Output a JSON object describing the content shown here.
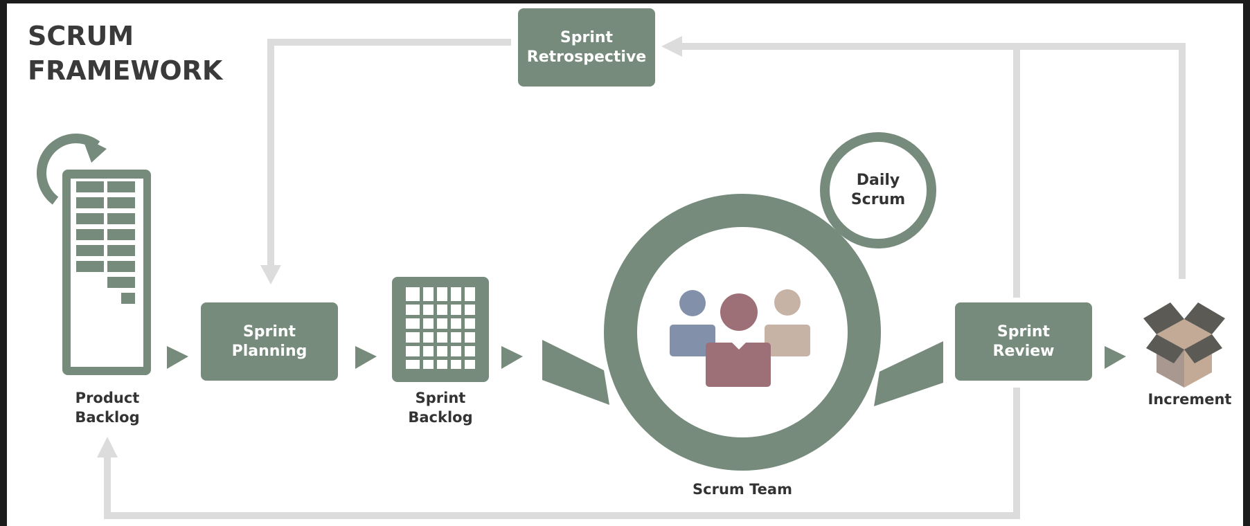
{
  "title": "SCRUM\nFRAMEWORK",
  "title_lines": [
    "SCRUM",
    "FRAMEWORK"
  ],
  "nodes": {
    "sprint_retrospective": {
      "line1": "Sprint",
      "line2": "Retrospective"
    },
    "sprint_planning": {
      "line1": "Sprint",
      "line2": "Planning"
    },
    "sprint_review": {
      "line1": "Sprint",
      "line2": "Review"
    },
    "daily_scrum": {
      "line1": "Daily",
      "line2": "Scrum"
    }
  },
  "labels": {
    "product_backlog": {
      "line1": "Product",
      "line2": "Backlog"
    },
    "sprint_backlog": {
      "line1": "Sprint",
      "line2": "Backlog"
    },
    "scrum_team": "Scrum Team",
    "increment": "Increment"
  },
  "icons": {
    "product_backlog": "backlog-list-icon",
    "refresh": "cycle-arrow-icon",
    "sprint_backlog": "grid-table-icon",
    "team": "people-group-icon",
    "increment": "open-box-icon"
  },
  "colors": {
    "primary": "#768b7c",
    "arrow_gray": "#dcdcdc",
    "person_blue": "#8390aa",
    "person_red": "#9d6f76",
    "person_tan": "#c7b3a5",
    "box_dark": "#5b5a55",
    "box_light": "#c2aa97",
    "text_dark": "#333333"
  }
}
